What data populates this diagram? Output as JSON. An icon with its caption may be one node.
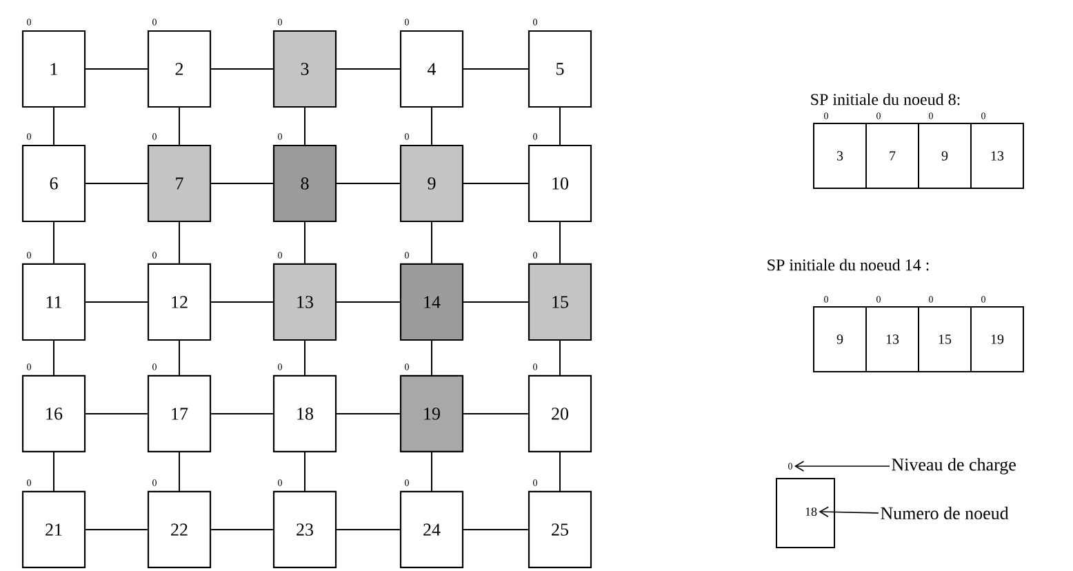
{
  "diagram": {
    "nodes": [
      {
        "text": [
          "1"
        ],
        "beside": [
          "0"
        ]
      },
      {
        "text": [
          "2"
        ],
        "beside": [
          "0"
        ]
      },
      {
        "text": [
          "3"
        ],
        "beside": [
          "0"
        ]
      },
      {
        "text": [
          "4"
        ],
        "beside": [
          "0"
        ]
      },
      {
        "text": [
          "5"
        ],
        "beside": [
          "0"
        ]
      },
      {
        "text": [
          "6"
        ],
        "beside": [
          "0"
        ]
      },
      {
        "text": [
          "7"
        ],
        "beside": [
          "0"
        ]
      },
      {
        "text": [
          "8"
        ],
        "beside": [
          "0"
        ]
      },
      {
        "text": [
          "9"
        ],
        "beside": [
          "0"
        ]
      },
      {
        "text": [
          "10"
        ],
        "beside": [
          "0"
        ]
      },
      {
        "text": [
          "11"
        ],
        "beside": [
          "0"
        ]
      },
      {
        "text": [
          "12"
        ],
        "beside": [
          "0"
        ]
      },
      {
        "text": [
          "13"
        ],
        "beside": [
          "0"
        ]
      },
      {
        "text": [
          "14"
        ],
        "beside": [
          "0"
        ]
      },
      {
        "text": [
          "15"
        ],
        "beside": [
          "0"
        ]
      },
      {
        "text": [
          "16"
        ],
        "beside": [
          "0"
        ]
      },
      {
        "text": [
          "17"
        ],
        "beside": [
          "0"
        ]
      },
      {
        "text": [
          "18"
        ],
        "beside": [
          "0"
        ]
      },
      {
        "text": [
          "19"
        ],
        "beside": [
          "0"
        ]
      },
      {
        "text": [
          "20"
        ],
        "beside": [
          "0"
        ]
      },
      {
        "text": [
          "21"
        ],
        "beside": [
          "0"
        ]
      },
      {
        "text": [
          "22"
        ],
        "beside": [
          "0"
        ]
      },
      {
        "text": [
          "23"
        ],
        "beside": [
          "0"
        ]
      },
      {
        "text": [
          "24"
        ],
        "beside": [
          "0"
        ]
      },
      {
        "text": [
          "25"
        ],
        "beside": [
          "0"
        ]
      },
      {
        "text": [
          "3"
        ],
        "beside": [
          "0"
        ]
      },
      {
        "text": [
          "7"
        ],
        "beside": [
          "0"
        ]
      },
      {
        "text": [
          "9"
        ],
        "beside": [
          "0"
        ]
      },
      {
        "text": [
          "13"
        ],
        "beside": [
          "0"
        ]
      },
      {
        "text": [
          "9"
        ],
        "beside": [
          "0"
        ]
      },
      {
        "text": [
          "13"
        ],
        "beside": [
          "0"
        ]
      },
      {
        "text": [
          "15"
        ],
        "beside": [
          "0"
        ]
      },
      {
        "text": [
          "19"
        ],
        "beside": [
          "0"
        ]
      },
      {
        "text": [
          "0"
        ]
      },
      {
        "text": [
          "18"
        ]
      },
      {
        "text": [
          "Niveau de charge"
        ]
      },
      {
        "text": [
          "Numero de noeud"
        ]
      }
    ],
    "edges": [
      {
        "from": 0,
        "to": 1,
        "arrow": "none"
      },
      {
        "from": 1,
        "to": 2,
        "arrow": "none"
      },
      {
        "from": 2,
        "to": 3,
        "arrow": "none"
      },
      {
        "from": 3,
        "to": 4,
        "arrow": "none"
      },
      {
        "from": 5,
        "to": 6,
        "arrow": "none"
      },
      {
        "from": 6,
        "to": 7,
        "arrow": "none"
      },
      {
        "from": 7,
        "to": 8,
        "arrow": "none"
      },
      {
        "from": 8,
        "to": 9,
        "arrow": "none"
      },
      {
        "from": 10,
        "to": 11,
        "arrow": "none"
      },
      {
        "from": 11,
        "to": 12,
        "arrow": "none"
      },
      {
        "from": 12,
        "to": 13,
        "arrow": "none"
      },
      {
        "from": 13,
        "to": 14,
        "arrow": "none"
      },
      {
        "from": 15,
        "to": 16,
        "arrow": "none"
      },
      {
        "from": 16,
        "to": 17,
        "arrow": "none"
      },
      {
        "from": 17,
        "to": 18,
        "arrow": "none"
      },
      {
        "from": 18,
        "to": 19,
        "arrow": "none"
      },
      {
        "from": 20,
        "to": 21,
        "arrow": "none"
      },
      {
        "from": 21,
        "to": 22,
        "arrow": "none"
      },
      {
        "from": 22,
        "to": 23,
        "arrow": "none"
      },
      {
        "from": 23,
        "to": 24,
        "arrow": "none"
      },
      {
        "from": 0,
        "to": 5,
        "arrow": "none"
      },
      {
        "from": 1,
        "to": 6,
        "arrow": "none"
      },
      {
        "from": 2,
        "to": 7,
        "arrow": "none"
      },
      {
        "from": 3,
        "to": 8,
        "arrow": "none"
      },
      {
        "from": 4,
        "to": 9,
        "arrow": "none"
      },
      {
        "from": 5,
        "to": 10,
        "arrow": "none"
      },
      {
        "from": 6,
        "to": 11,
        "arrow": "none"
      },
      {
        "from": 7,
        "to": 12,
        "arrow": "none"
      },
      {
        "from": 8,
        "to": 13,
        "arrow": "none"
      },
      {
        "from": 9,
        "to": 14,
        "arrow": "none"
      },
      {
        "from": 10,
        "to": 15,
        "arrow": "none"
      },
      {
        "from": 11,
        "to": 16,
        "arrow": "none"
      },
      {
        "from": 12,
        "to": 17,
        "arrow": "none"
      },
      {
        "from": 13,
        "to": 18,
        "arrow": "none"
      },
      {
        "from": 14,
        "to": 19,
        "arrow": "none"
      },
      {
        "from": 15,
        "to": 20,
        "arrow": "none"
      },
      {
        "from": 16,
        "to": 21,
        "arrow": "none"
      },
      {
        "from": 17,
        "to": 22,
        "arrow": "none"
      },
      {
        "from": 18,
        "to": 23,
        "arrow": "none"
      },
      {
        "from": 19,
        "to": 24,
        "arrow": "none"
      },
      {
        "from": 35,
        "to": 33,
        "arrow": "to"
      },
      {
        "from": 36,
        "to": 34,
        "arrow": "to"
      }
    ],
    "labels": [
      "SP initiale du noeud 8:",
      "SP initiale du noeud 14 :"
    ]
  }
}
